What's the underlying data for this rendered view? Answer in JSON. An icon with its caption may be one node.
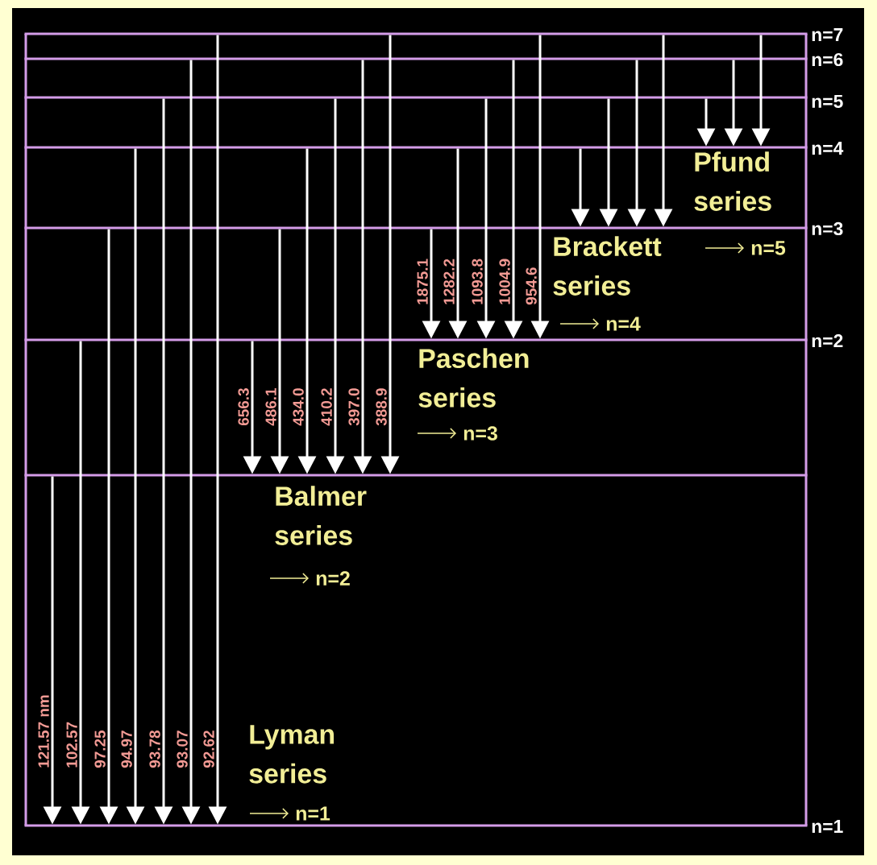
{
  "diagram": {
    "nodes": [
      {
        "text": [],
        "shape": "bar",
        "beside": [
          "n=7"
        ]
      },
      {
        "text": [],
        "shape": "bar",
        "beside": [
          "n=6"
        ]
      },
      {
        "text": [],
        "shape": "bar",
        "beside": [
          "n=5"
        ]
      },
      {
        "text": [],
        "shape": "bar",
        "beside": [
          "n=4"
        ]
      },
      {
        "text": [],
        "shape": "bar",
        "beside": [
          "n=3"
        ]
      },
      {
        "text": [],
        "shape": "bar",
        "beside": [
          "n=2"
        ]
      },
      {
        "text": [],
        "shape": "bar"
      },
      {
        "text": [],
        "shape": "bar",
        "beside": [
          "n=1"
        ]
      }
    ],
    "edges": [
      {
        "from": 6,
        "to": 7,
        "arrow": "to",
        "label": "121.57 nm"
      },
      {
        "from": 5,
        "to": 7,
        "arrow": "to",
        "label": "102.57"
      },
      {
        "from": 4,
        "to": 7,
        "arrow": "to",
        "label": "97.25"
      },
      {
        "from": 3,
        "to": 7,
        "arrow": "to",
        "label": "94.97"
      },
      {
        "from": 2,
        "to": 7,
        "arrow": "to",
        "label": "93.78"
      },
      {
        "from": 1,
        "to": 7,
        "arrow": "to",
        "label": "93.07"
      },
      {
        "from": 0,
        "to": 7,
        "arrow": "to",
        "label": "92.62"
      },
      {
        "from": 5,
        "to": 6,
        "arrow": "to",
        "label": "656.3"
      },
      {
        "from": 4,
        "to": 6,
        "arrow": "to",
        "label": "486.1"
      },
      {
        "from": 3,
        "to": 6,
        "arrow": "to",
        "label": "434.0"
      },
      {
        "from": 2,
        "to": 6,
        "arrow": "to",
        "label": "410.2"
      },
      {
        "from": 1,
        "to": 6,
        "arrow": "to",
        "label": "397.0"
      },
      {
        "from": 0,
        "to": 6,
        "arrow": "to",
        "label": "388.9"
      },
      {
        "from": 4,
        "to": 5,
        "arrow": "to",
        "label": "1875.1"
      },
      {
        "from": 3,
        "to": 5,
        "arrow": "to",
        "label": "1282.2"
      },
      {
        "from": 2,
        "to": 5,
        "arrow": "to",
        "label": "1093.8"
      },
      {
        "from": 1,
        "to": 5,
        "arrow": "to",
        "label": "1004.9"
      },
      {
        "from": 0,
        "to": 5,
        "arrow": "to",
        "label": "954.6"
      },
      {
        "from": 3,
        "to": 4,
        "arrow": "to"
      },
      {
        "from": 2,
        "to": 4,
        "arrow": "to"
      },
      {
        "from": 1,
        "to": 4,
        "arrow": "to"
      },
      {
        "from": 0,
        "to": 4,
        "arrow": "to"
      },
      {
        "from": 2,
        "to": 3,
        "arrow": "to"
      },
      {
        "from": 1,
        "to": 3,
        "arrow": "to"
      },
      {
        "from": 0,
        "to": 3,
        "arrow": "to"
      }
    ],
    "labels": [
      "Pfund series",
      "n=5",
      "Brackett series",
      "n=4",
      "Paschen series",
      "n=3",
      "Balmer series",
      "n=2",
      "Lyman series",
      "n=1"
    ]
  }
}
